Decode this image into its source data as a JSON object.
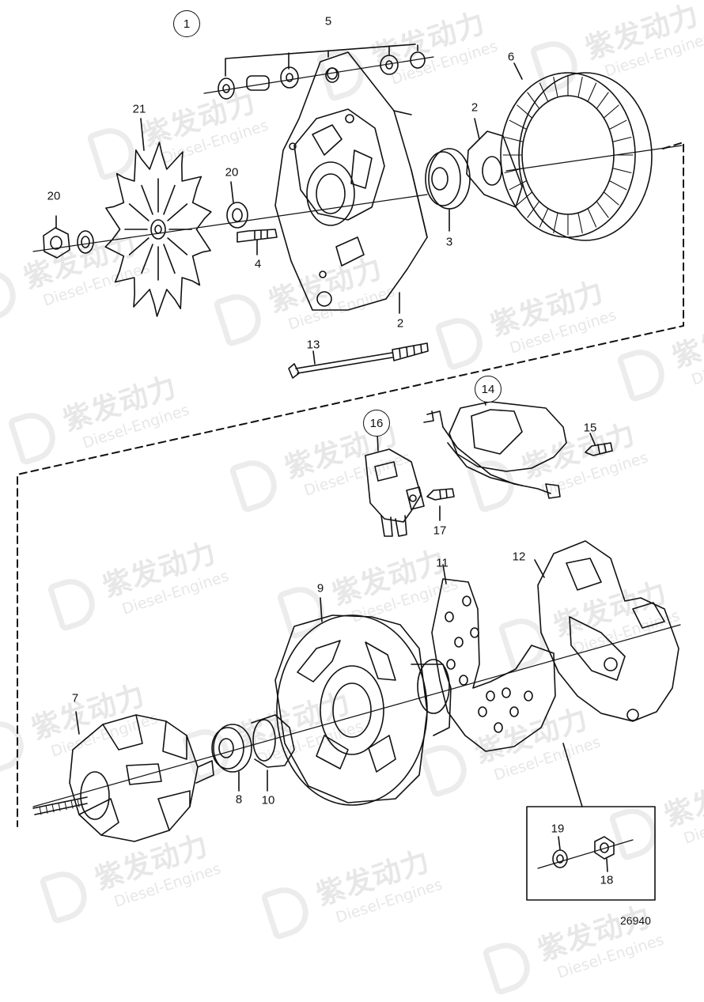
{
  "diagram": {
    "drawing_number": "26940",
    "group_labels": {
      "g1": "1",
      "g14": "14",
      "g16": "16"
    },
    "labels": {
      "p5": "5",
      "p6": "6",
      "p21": "21",
      "p2a": "2",
      "p20a": "20",
      "p20b": "20",
      "p4": "4",
      "p3": "3",
      "p2b": "2",
      "p13": "13",
      "p15": "15",
      "p17": "17",
      "p11": "11",
      "p12": "12",
      "p9": "9",
      "p7": "7",
      "p8": "8",
      "p10": "10",
      "p19": "19",
      "p18": "18"
    },
    "watermark": {
      "cn": "紫发动力",
      "en": "Diesel-Engines"
    },
    "line_color": "#111111",
    "watermark_color": "#e7e7e7"
  }
}
